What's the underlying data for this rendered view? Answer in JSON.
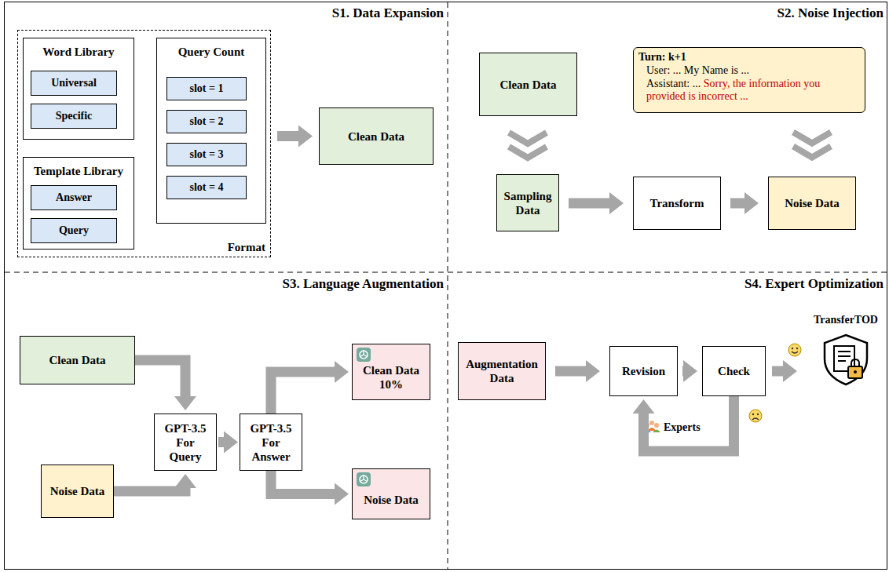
{
  "diagram": {
    "nodes": [
      {
        "text": [
          "Format"
        ]
      },
      {
        "text": [
          "Word Library"
        ],
        "in": 0
      },
      {
        "text": [
          "Universal"
        ],
        "in": 1
      },
      {
        "text": [
          "Specific"
        ],
        "in": 1
      },
      {
        "text": [
          "Template Library"
        ],
        "in": 0
      },
      {
        "text": [
          "Answer"
        ],
        "in": 4
      },
      {
        "text": [
          "Query"
        ],
        "in": 4
      },
      {
        "text": [
          "Query Count"
        ],
        "in": 0
      },
      {
        "text": [
          "slot = 1"
        ],
        "in": 7
      },
      {
        "text": [
          "slot = 2"
        ],
        "in": 7
      },
      {
        "text": [
          "slot = 3"
        ],
        "in": 7
      },
      {
        "text": [
          "slot = 4"
        ],
        "in": 7
      },
      {
        "text": [
          "Clean Data"
        ]
      },
      {
        "text": [
          "Clean Data"
        ]
      },
      {
        "text": [
          "Turn: k+1",
          "User: ... My Name is ...",
          "Assistant: ...",
          "Sorry, the information you provided is incorrect",
          "..."
        ]
      },
      {
        "text": [
          "Sampling Data"
        ]
      },
      {
        "text": [
          "Transform"
        ]
      },
      {
        "text": [
          "Noise Data"
        ]
      },
      {
        "text": [
          "Clean Data"
        ]
      },
      {
        "text": [
          "Noise Data"
        ]
      },
      {
        "text": [
          "GPT-3.5 For Query"
        ]
      },
      {
        "text": [
          "GPT-3.5 For Answer"
        ]
      },
      {
        "text": [
          "Clean Data 10%"
        ]
      },
      {
        "text": [
          "Noise Data"
        ]
      },
      {
        "text": [
          "Augmentation Data"
        ]
      },
      {
        "text": [
          "Revision"
        ]
      },
      {
        "text": [
          "Check"
        ]
      },
      {
        "text": [
          "TransferTOD"
        ]
      }
    ],
    "edges": [
      {
        "from": 0,
        "to": 12,
        "arrow": "to"
      },
      {
        "from": 13,
        "to": 15,
        "arrow": "to"
      },
      {
        "from": 15,
        "to": 16,
        "arrow": "to"
      },
      {
        "from": 16,
        "to": 17,
        "arrow": "to"
      },
      {
        "from": 14,
        "to": 17,
        "arrow": "to"
      },
      {
        "from": 18,
        "to": 20,
        "arrow": "to"
      },
      {
        "from": 19,
        "to": 20,
        "arrow": "to"
      },
      {
        "from": 20,
        "to": 21,
        "arrow": "to"
      },
      {
        "from": 21,
        "to": 22,
        "arrow": "to"
      },
      {
        "from": 21,
        "to": 23,
        "arrow": "to"
      },
      {
        "from": 24,
        "to": 25,
        "arrow": "to"
      },
      {
        "from": 25,
        "to": 26,
        "arrow": "to"
      },
      {
        "from": 26,
        "to": 27,
        "arrow": "to"
      },
      {
        "from": 26,
        "to": 25,
        "label": "Experts",
        "arrow": "to"
      }
    ],
    "labels": [
      "S1. Data Expansion",
      "S2. Noise Injection",
      "S3. Language Augmentation",
      "S4. Expert Optimization"
    ]
  }
}
